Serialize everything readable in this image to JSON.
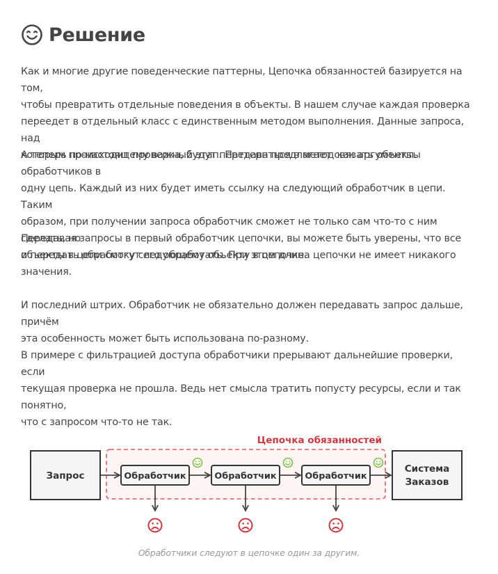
{
  "section": {
    "title": "Решение",
    "title_icon": "smile-icon"
  },
  "paragraphs": [
    [
      "Как и многие другие поведенческие паттерны, Цепочка обязанностей базируется на том,",
      "чтобы превратить отдельные поведения в объекты. В нашем случае каждая проверка",
      "переедет в отдельный класс с единственным методом выполнения. Данные запроса, над",
      "которым происходит проверка, будут передаваться в метод как аргументы."
    ],
    [
      "А теперь по-настоящему важный этап. Паттерн предлагает связать объекты обработчиков в",
      "одну цепь. Каждый из них будет иметь ссылку на следующий обработчик в цепи. Таким",
      "образом, при получении запроса обработчик сможет не только сам что-то с ним сделать, но",
      "и передать обработку следующему объекту в цепочке."
    ],
    [
      "Передавая запросы в первый обработчик цепочки, вы можете быть уверены, что все",
      "объекты в цепи смогут его обработать. При этом длина цепочки не имеет никакого",
      "значения."
    ],
    [
      "И последний штрих. Обработчик не обязательно должен передавать запрос дальше, причём",
      "эта особенность может быть использована по-разному."
    ],
    [
      "В примере с фильтрацией доступа обработчики прерывают дальнейшие проверки, если",
      "текущая проверка не прошла. Ведь нет смысла тратить попусту ресурсы, если и так понятно,",
      "что с запросом что-то не так."
    ]
  ],
  "diagram": {
    "chain_label": "Цепочка обязанностей",
    "request_label": "Запрос",
    "handler_label": "Обработчик",
    "system_label_line1": "Система",
    "system_label_line2": "Заказов",
    "colors": {
      "chain": "#e05a5a",
      "chain_label": "#d0363f",
      "success": "#7cc242",
      "failure": "#d0363f",
      "box_fill": "#f5f5f5",
      "box_stroke": "#333333"
    },
    "icons": {
      "success": "happy-face-icon",
      "failure": "sad-face-icon"
    }
  },
  "caption": "Обработчики следуют в цепочке один за другим."
}
